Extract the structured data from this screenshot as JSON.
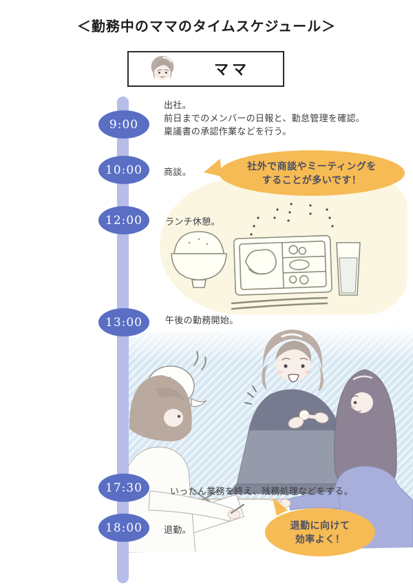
{
  "title": "＜勤務中のママのタイムスケジュール＞",
  "profile_card": {
    "name": "ママ",
    "avatar_icon": "mom-face-icon"
  },
  "timeline": {
    "entries": [
      {
        "time": "9:00",
        "lines": [
          "出社。",
          "前日までのメンバーの日報と、勤怠管理を確認。",
          "稟議書の承認作業などを行う。"
        ]
      },
      {
        "time": "10:00",
        "lines": [
          "商談。"
        ]
      },
      {
        "time": "12:00",
        "lines": [
          "ランチ休憩。"
        ]
      },
      {
        "time": "13:00",
        "lines": [
          "午後の勤務開始。"
        ]
      },
      {
        "time": "17:30",
        "lines": [
          "いったん業務を終え、残務処理などをする。"
        ]
      },
      {
        "time": "18:00",
        "lines": [
          "退勤。"
        ]
      }
    ]
  },
  "callouts": {
    "meetings": {
      "lines": [
        "社外で商談やミーティングを",
        "することが多いです！"
      ]
    },
    "efficiency": {
      "lines": [
        "退勤に向けて",
        "効率よく！"
      ]
    }
  },
  "illustrations": {
    "lunch_items": [
      "steam-dots",
      "rice-bowl",
      "bento-tray",
      "water-glass",
      "chopsticks"
    ],
    "meeting_scene_items": [
      "thought-bubble",
      "mom-center",
      "coworker-left",
      "coworker-right",
      "laptop",
      "table",
      "papers"
    ]
  },
  "colors": {
    "timeline_bar": "#b5bde8",
    "time_badge": "#5a6ec4",
    "time_badge_text": "#ffffff",
    "callout_bg": "#f6bb54",
    "callout_text": "#4c5063",
    "lunch_panel_bg": "#faf6e1",
    "scene_bg": "#d7e7f2",
    "body_text": "#3c3c42",
    "card_border": "#2a2a2a"
  }
}
